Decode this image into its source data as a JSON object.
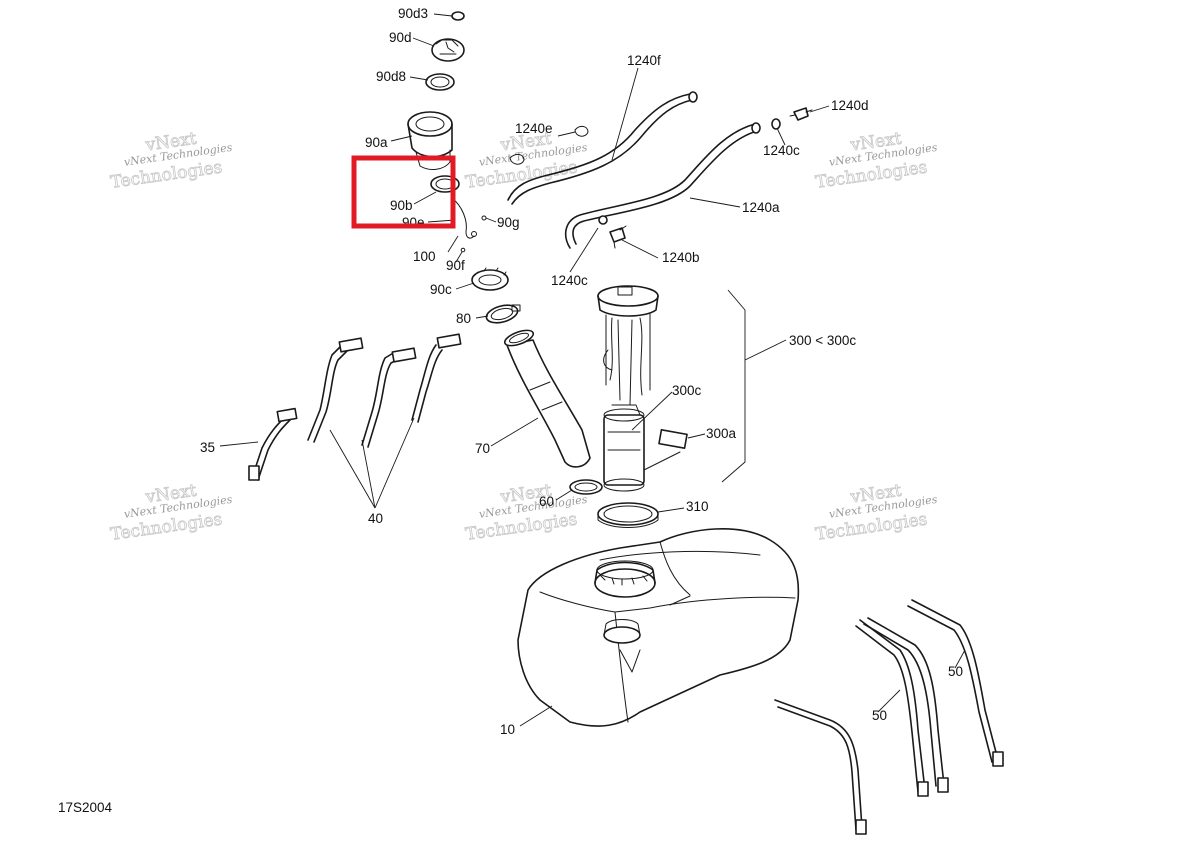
{
  "diagram": {
    "figure_code": "17S2004",
    "watermark": {
      "line1": "vNext Technologies",
      "line2": "vNext",
      "line3": "Technologies"
    },
    "highlight_color": "#e01b24",
    "callouts": {
      "90d3": "90d3",
      "90d": "90d",
      "90d8": "90d8",
      "90a": "90a",
      "90b": "90b",
      "90e": "90e",
      "90g": "90g",
      "90f": "90f",
      "100": "100",
      "90c": "90c",
      "80": "80",
      "35": "35",
      "40": "40",
      "70": "70",
      "60": "60",
      "10": "10",
      "50a": "50",
      "50b": "50",
      "1240f": "1240f",
      "1240e": "1240e",
      "1240d": "1240d",
      "1240c_top": "1240c",
      "1240a": "1240a",
      "1240b": "1240b",
      "1240c_bottom": "1240c",
      "300range": "300 < 300c",
      "300c": "300c",
      "300a": "300a",
      "310": "310"
    }
  }
}
